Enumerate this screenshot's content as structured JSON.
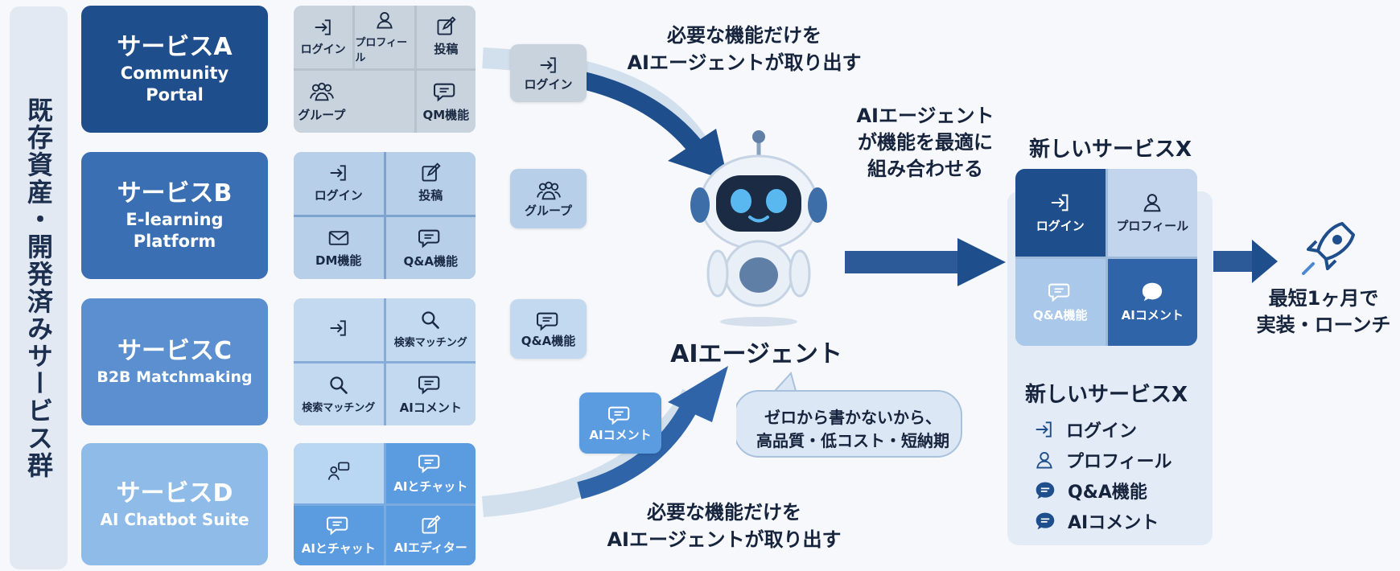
{
  "side_label": "既存資産・開発済みサービス群",
  "services": [
    {
      "name": "サービスA",
      "sub1": "Community",
      "sub2": "Portal",
      "pieces": [
        {
          "icon": "login-icon",
          "label": "ログイン"
        },
        {
          "icon": "user-icon",
          "label": "プロフィール"
        },
        {
          "icon": "edit-icon",
          "label": "投稿"
        },
        {
          "icon": "group-icon",
          "label": "グループ"
        },
        {
          "icon": "chat-icon",
          "label": "QM機能"
        }
      ]
    },
    {
      "name": "サービスB",
      "sub1": "E-learning",
      "sub2": "Platform",
      "pieces": [
        {
          "icon": "login-icon",
          "label": "ログイン"
        },
        {
          "icon": "edit-icon",
          "label": "投稿"
        },
        {
          "icon": "mail-icon",
          "label": "DM機能"
        },
        {
          "icon": "chat-icon",
          "label": "Q&A機能"
        }
      ]
    },
    {
      "name": "サービスC",
      "sub1": "B2B Matchmaking",
      "pieces": [
        {
          "icon": "login-icon",
          "label": ""
        },
        {
          "icon": "search-icon",
          "label": "検索マッチング"
        },
        {
          "icon": "search-icon",
          "label": "検索マッチング"
        },
        {
          "icon": "chat-icon",
          "label": "AIコメント"
        }
      ]
    },
    {
      "name": "サービスD",
      "sub1": "AI Chatbot Suite",
      "pieces": [
        {
          "icon": "user-chat-icon",
          "label": ""
        },
        {
          "icon": "chat-icon",
          "label": "AIとチャット"
        },
        {
          "icon": "chat-icon",
          "label": "AIとチャット"
        },
        {
          "icon": "edit-icon",
          "label": "AIエディター"
        }
      ]
    }
  ],
  "extracted": [
    {
      "icon": "login-icon",
      "label": "ログイン"
    },
    {
      "icon": "group-icon",
      "label": "グループ"
    },
    {
      "icon": "chat-icon",
      "label": "Q&A機能"
    },
    {
      "icon": "chat-icon",
      "label": "AIコメント"
    }
  ],
  "caption_top_1": "必要な機能だけを",
  "caption_top_2": "AIエージェントが取り出す",
  "caption_bottom_1": "必要な機能だけを",
  "caption_bottom_2": "AIエージェントが取り出す",
  "combine_1": "AIエージェント",
  "combine_2": "が機能を最適に",
  "combine_3": "組み合わせる",
  "agent_label": "AIエージェント",
  "bubble_1": "ゼロから書かないから、",
  "bubble_2": "高品質・低コスト・短納期",
  "new_service_title": "新しいサービスX",
  "new_pieces": [
    {
      "icon": "login-icon",
      "label": "ログイン"
    },
    {
      "icon": "user-icon",
      "label": "プロフィール"
    },
    {
      "icon": "chat-icon",
      "label": "Q&A機能"
    },
    {
      "icon": "chat-icon",
      "label": "AIコメント"
    }
  ],
  "new_list_title": "新しいサービスX",
  "new_list": [
    {
      "icon": "login-icon",
      "label": "ログイン"
    },
    {
      "icon": "user-icon",
      "label": "プロフィール"
    },
    {
      "icon": "chat-icon",
      "label": "Q&A機能"
    },
    {
      "icon": "chat-icon",
      "label": "AIコメント"
    }
  ],
  "launch_1": "最短1ヶ月で",
  "launch_2": "実装・ローンチ",
  "colors": {
    "navy": "#1f4e8c",
    "mid": "#3b6fb3",
    "light": "#6fa0d8",
    "sky": "#a9cdf0",
    "grey": "#c9d3de"
  }
}
